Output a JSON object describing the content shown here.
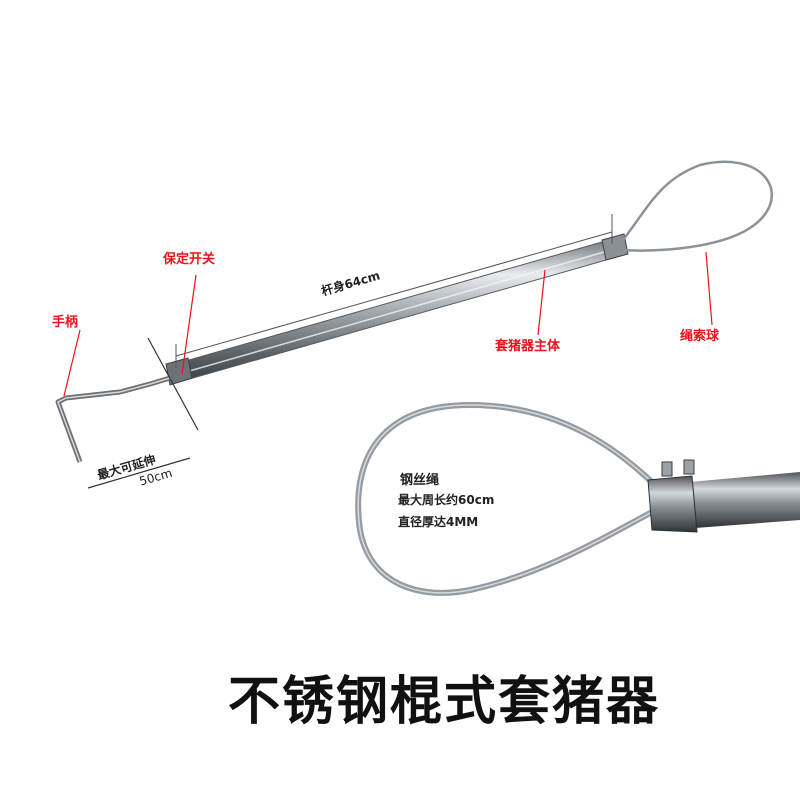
{
  "product_title": "不锈钢棍式套猪器",
  "callouts": {
    "handle": "手柄",
    "safety_switch": "保定开关",
    "shaft_length": "杆身64cm",
    "main_body": "套猪器主体",
    "rope_loop": "绳索球",
    "extension_label": "最大可延伸",
    "extension_value": "50cm"
  },
  "closeup": {
    "wire_rope": "钢丝绳",
    "circumference": "最大周长约60cm",
    "diameter": "直径厚达4MM"
  },
  "colors": {
    "callout_red": "#e8141b",
    "steel": "#9aa0a6",
    "background": "#ffffff"
  }
}
